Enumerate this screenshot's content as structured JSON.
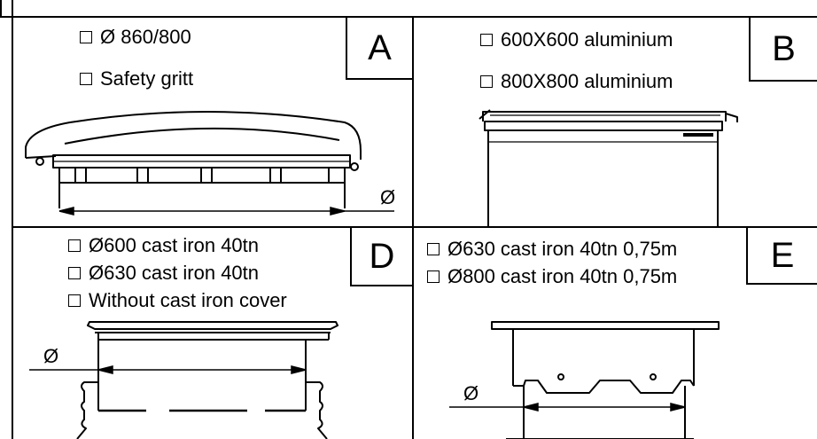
{
  "panels": {
    "a": {
      "tag": "A",
      "options": [
        "Ø 860/800",
        "Safety gritt"
      ],
      "diameter_symbol": "Ø"
    },
    "b": {
      "tag": "B",
      "options": [
        "600X600 aluminium",
        "800X800 aluminium"
      ]
    },
    "d": {
      "tag": "D",
      "options": [
        "Ø600 cast iron 40tn",
        "Ø630 cast iron 40tn",
        "Without cast iron cover"
      ],
      "diameter_symbol": "Ø"
    },
    "e": {
      "tag": "E",
      "options": [
        "Ø630 cast iron 40tn 0,75m",
        "Ø800 cast iron 40tn 0,75m"
      ],
      "diameter_symbol": "Ø"
    }
  }
}
